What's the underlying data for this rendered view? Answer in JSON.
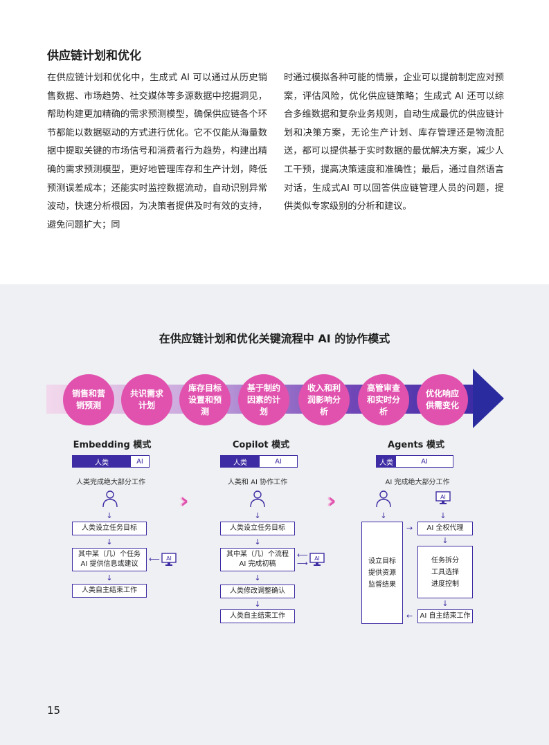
{
  "section": {
    "title": "供应链计划和优化",
    "left_text": "在供应链计划和优化中，生成式 AI 可以通过从历史销售数据、市场趋势、社交媒体等多源数据中挖掘洞见，帮助构建更加精确的需求预测模型，确保供应链各个环节都能以数据驱动的方式进行优化。它不仅能从海量数据中提取关键的市场信号和消费者行为趋势，构建出精确的需求预测模型，更好地管理库存和生产计划，降低预测误差成本；还能实时监控数据流动，自动识别异常波动，快速分析根因，为决策者提供及时有效的支持，避免问题扩大；同",
    "right_text": "时通过模拟各种可能的情景，企业可以提前制定应对预案，评估风险，优化供应链策略；生成式 AI 还可以综合多维数据和复杂业务规则，自动生成最优的供应链计划和决策方案，无论生产计划、库存管理还是物流配送，都可以提供基于实时数据的最优解决方案，减少人工干预，提高决策速度和准确性；最后，通过自然语言对话，生成式AI 可以回答供应链管理人员的问题，提供类似专家级别的分析和建议。"
  },
  "diagram": {
    "title": "在供应链计划和优化关键流程中 AI 的协作模式",
    "steps": [
      "销售和营销预测",
      "共识需求计划",
      "库存目标设置和预测",
      "基于制约因素的计划",
      "收入和利润影响分析",
      "高管审查和实时分析",
      "优化响应供需变化"
    ],
    "modes": {
      "embedding": {
        "title": "Embedding 模式",
        "human_label": "人类",
        "ai_label": "AI",
        "human_share": 0.75,
        "desc": "人类完成绝大部分工作",
        "box1": "人类设立任务目标",
        "box2_line1": "其中某（几）个任务",
        "box2_line2": "AI 提供信息或建议",
        "box3": "人类自主结束工作",
        "ai_icon": "AI"
      },
      "copilot": {
        "title": "Copilot 模式",
        "human_label": "人类",
        "ai_label": "AI",
        "human_share": 0.5,
        "desc": "人类和 AI 协作工作",
        "box1": "人类设立任务目标",
        "box2_line1": "其中某（几）个流程",
        "box2_line2": "AI 完成初稿",
        "box3": "人类修改调整确认",
        "box4": "人类自主结束工作",
        "ai_icon": "AI"
      },
      "agents": {
        "title": "Agents 模式",
        "human_label": "人类",
        "ai_label": "AI",
        "human_share": 0.25,
        "desc": "AI 完成绝大部分工作",
        "human_box_line1": "设立目标",
        "human_box_line2": "提供资源",
        "human_box_line3": "监督结果",
        "box1": "AI 全权代理",
        "box2_line1": "任务拆分",
        "box2_line2": "工具选择",
        "box2_line3": "进度控制",
        "box3": "AI 自主结束工作",
        "ai_icon": "AI"
      }
    }
  },
  "page_number": "15",
  "colors": {
    "primary": "#3d2ca3",
    "pink": "#e052ad",
    "background": "#eef0f3"
  }
}
